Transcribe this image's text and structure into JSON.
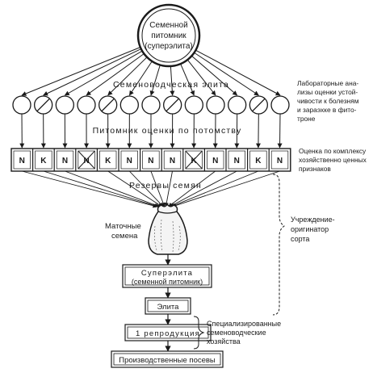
{
  "nursery": {
    "line1": "Семенной",
    "line2": "питомник",
    "line3": "(суперэлита)"
  },
  "elite_label": "Семеноводческая элита",
  "elite_circles": [
    {
      "crossed": false
    },
    {
      "crossed": true
    },
    {
      "crossed": false
    },
    {
      "crossed": false
    },
    {
      "crossed": true
    },
    {
      "crossed": false
    },
    {
      "crossed": false
    },
    {
      "crossed": true
    },
    {
      "crossed": false
    },
    {
      "crossed": false
    },
    {
      "crossed": false
    },
    {
      "crossed": true
    },
    {
      "crossed": false
    }
  ],
  "progeny_label": "Питомник оценки по потомству",
  "progeny_cells": [
    {
      "text": "N",
      "crossed": false
    },
    {
      "text": "K",
      "crossed": false
    },
    {
      "text": "N",
      "crossed": false
    },
    {
      "text": "N",
      "crossed": true
    },
    {
      "text": "K",
      "crossed": false
    },
    {
      "text": "N",
      "crossed": false
    },
    {
      "text": "N",
      "crossed": false
    },
    {
      "text": "N",
      "crossed": false
    },
    {
      "text": "K",
      "crossed": true
    },
    {
      "text": "N",
      "crossed": false
    },
    {
      "text": "N",
      "crossed": false
    },
    {
      "text": "K",
      "crossed": false
    },
    {
      "text": "N",
      "crossed": false
    }
  ],
  "reserves_label": "Резервы семян",
  "mother_seeds": {
    "line1": "Маточные",
    "line2": "семена"
  },
  "superelite_box": {
    "line1": "Суперэлита",
    "line2": "(семенной питомник)"
  },
  "elite_box": "Элита",
  "reproduction_box": "1 репродукция",
  "production_box": "Производственные посевы",
  "right_notes": {
    "lab": [
      "Лабораторные ана-",
      "лизы оценки устой-",
      "чивости к болезням",
      "и зараэхке в фито-",
      "троне"
    ],
    "complex": [
      "Оценка по комплексу",
      "хозяйственно ценных",
      "признаков"
    ],
    "originator": [
      "Учреждение-",
      "оригинатор",
      "сорта"
    ],
    "farms": [
      "Специализированные",
      "семеноводческие",
      "хозяйства"
    ]
  }
}
